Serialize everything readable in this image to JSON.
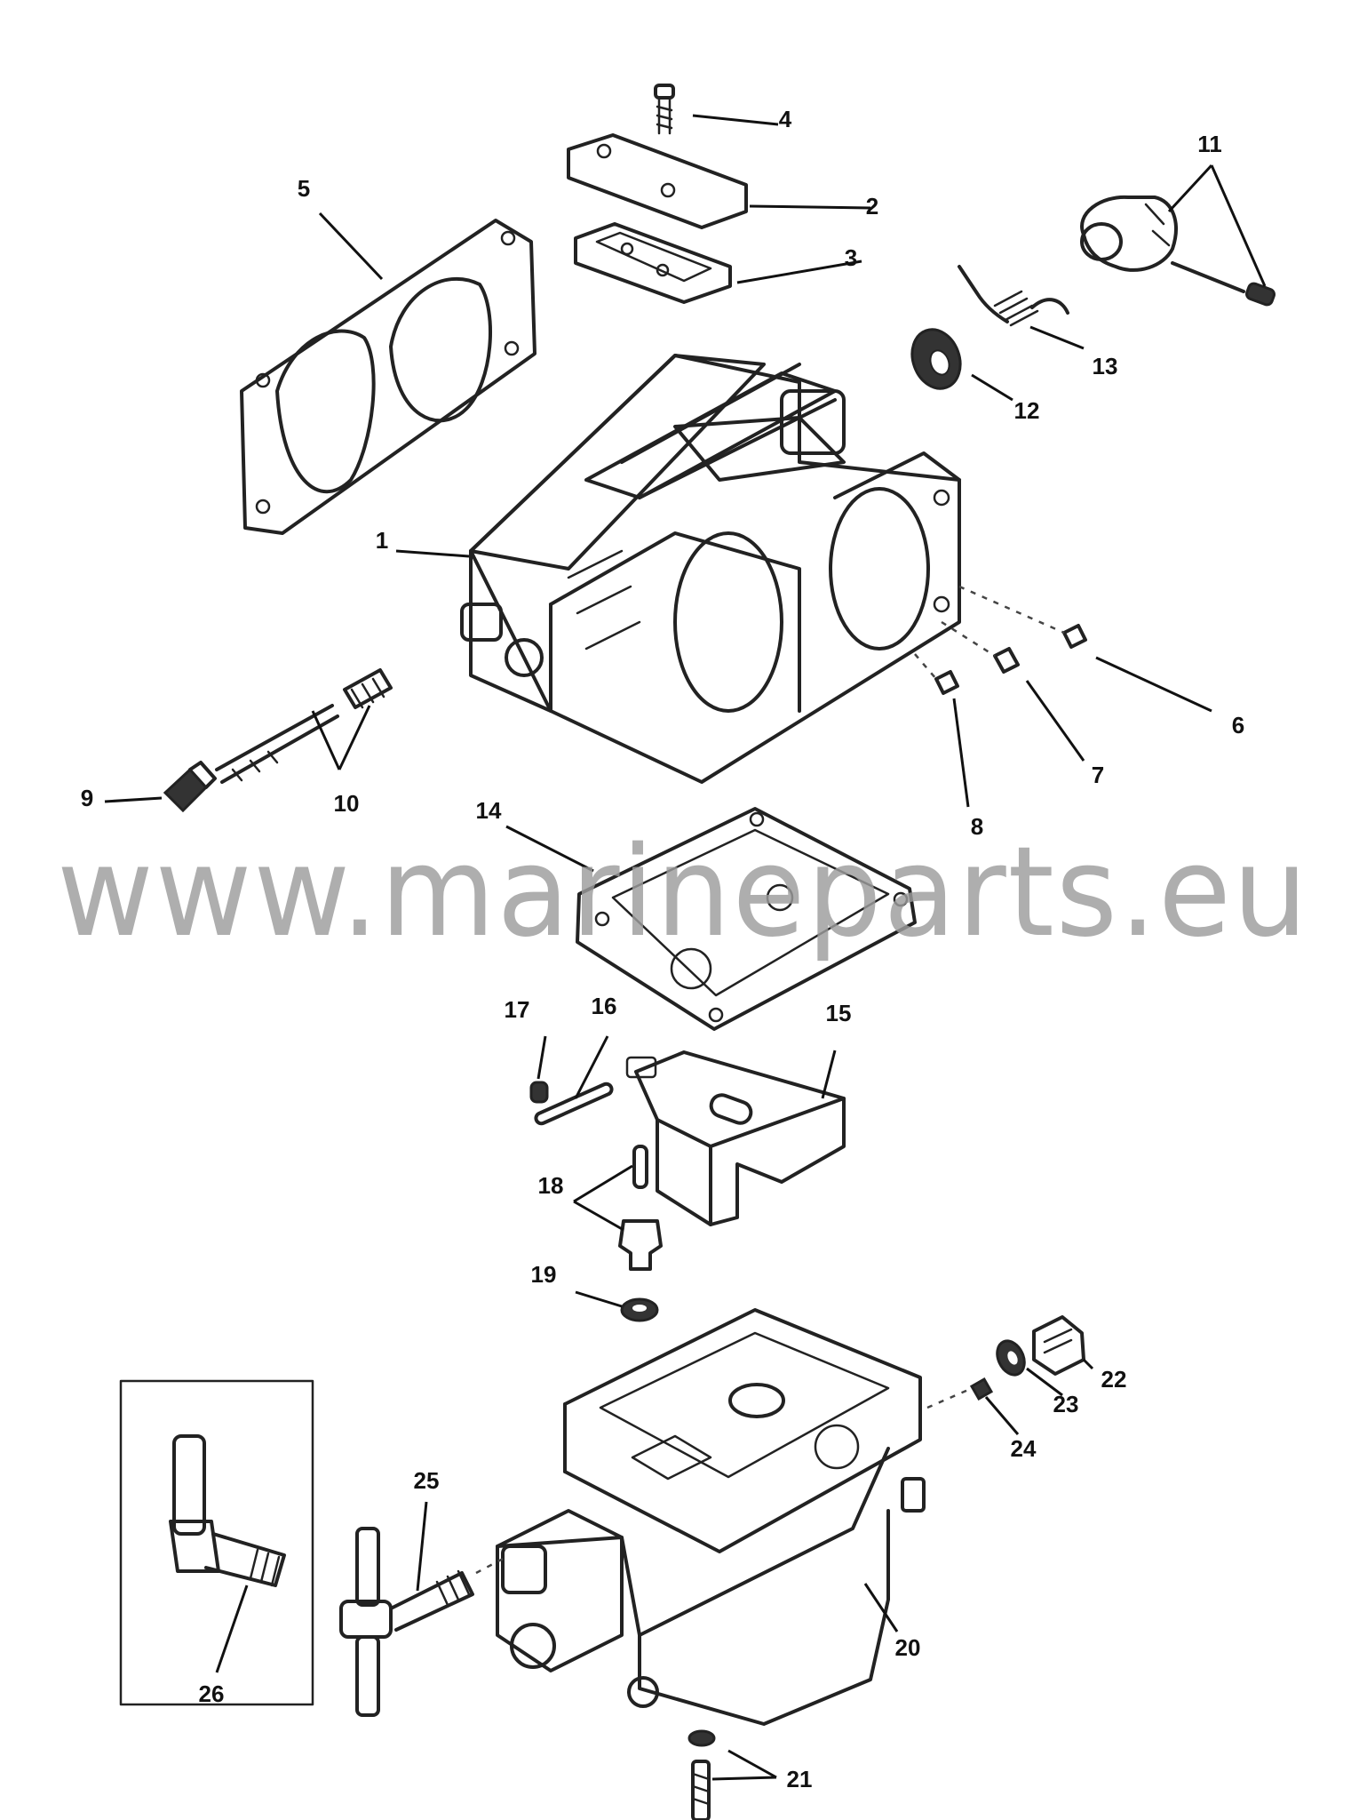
{
  "watermark": "www.marineparts.eu",
  "callouts": [
    "1",
    "2",
    "3",
    "4",
    "5",
    "6",
    "7",
    "8",
    "9",
    "10",
    "11",
    "12",
    "13",
    "14",
    "15",
    "16",
    "17",
    "18",
    "19",
    "20",
    "21",
    "22",
    "23",
    "24",
    "25",
    "26"
  ]
}
